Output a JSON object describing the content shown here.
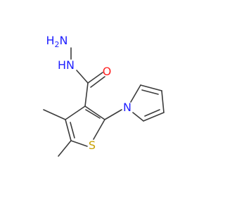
{
  "structure": {
    "atoms": {
      "n_terminal": {
        "text": "H",
        "sub": "2",
        "tail": "N",
        "color": "#1f1fff"
      },
      "n_hydrazide": {
        "text": "H",
        "sub": "",
        "tail": "N",
        "color": "#1f1fff"
      },
      "o_carbonyl": {
        "text": "O",
        "color": "#ff2020"
      },
      "n_pyrrole": {
        "text": "N",
        "color": "#1f1fff"
      },
      "s_ring": {
        "text": "S",
        "color": "#c8a000"
      }
    }
  }
}
